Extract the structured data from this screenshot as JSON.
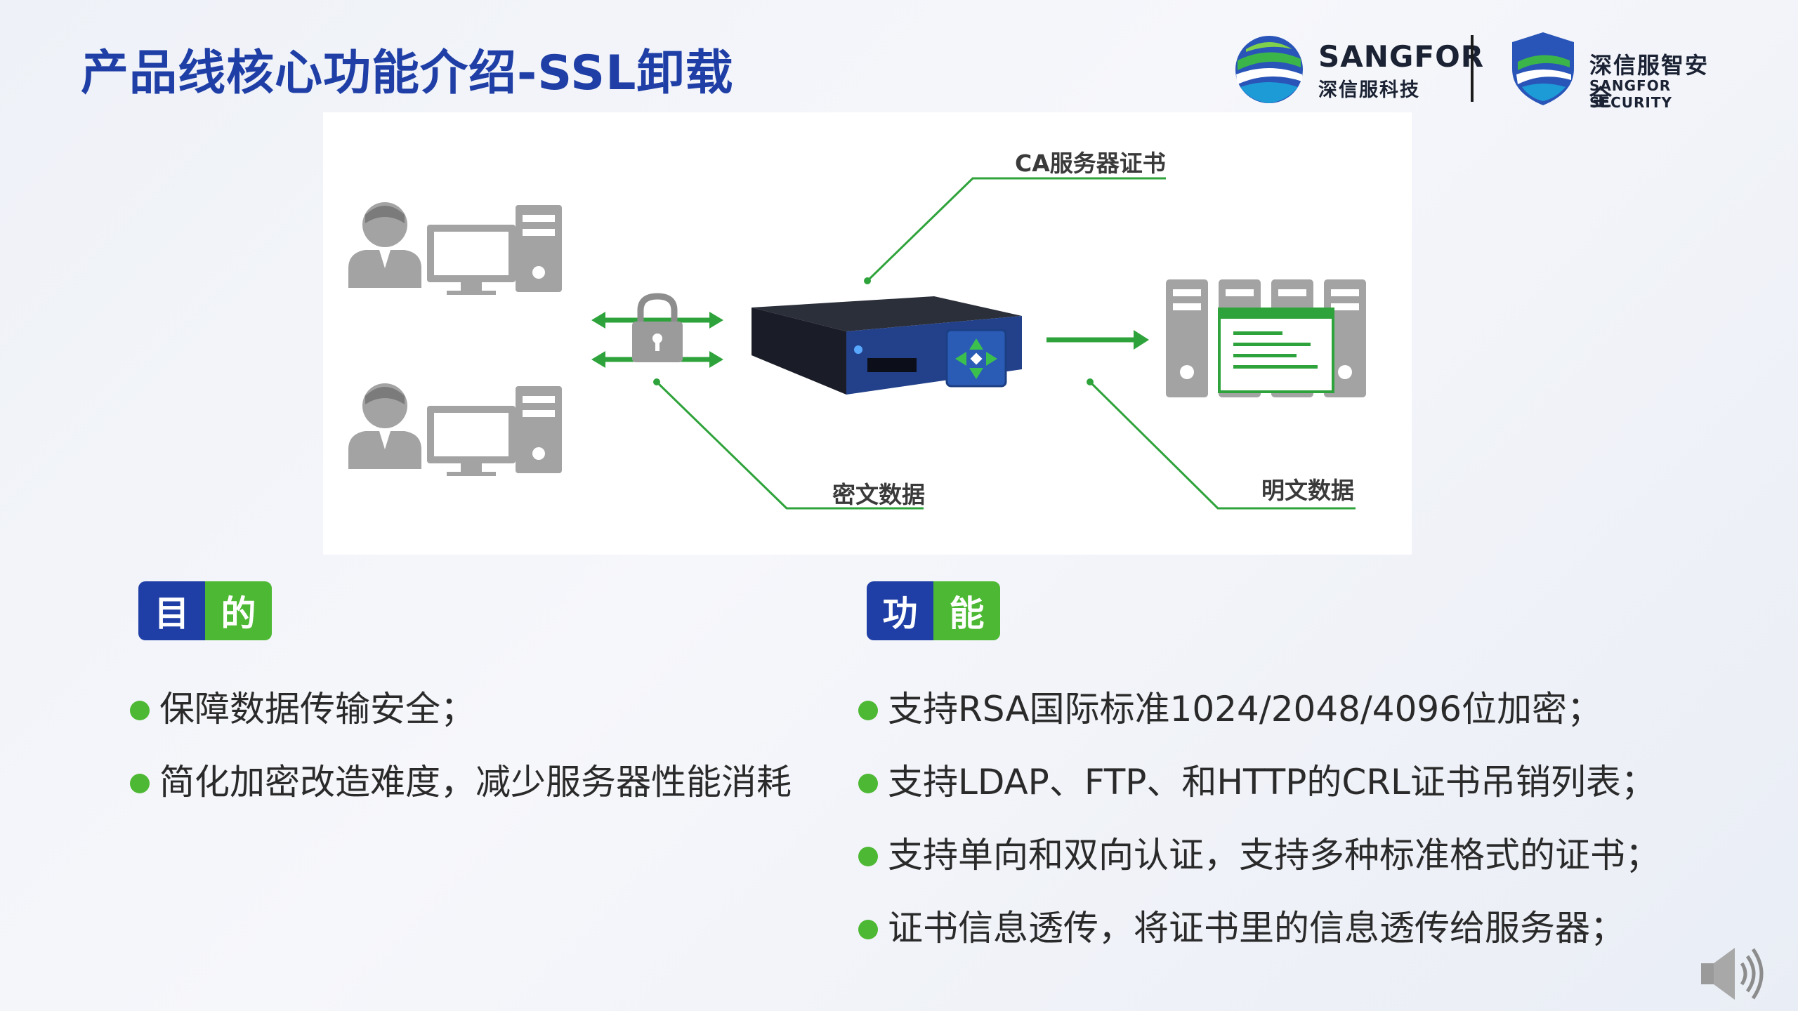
{
  "slide": {
    "title": "产品线核心功能介绍-SSL卸载"
  },
  "logos": {
    "sangfor_name": "SANGFOR",
    "sangfor_sub": "深信服科技",
    "security_name": "深信服智安全",
    "security_sub": "SANGFOR SECURITY"
  },
  "diagram": {
    "label_ca": "CA服务器证书",
    "label_ciphertext": "密文数据",
    "label_plaintext": "明文数据",
    "colors": {
      "green": "#2fa33b",
      "gray": "#a3a3a3",
      "device_blue": "#23418a"
    }
  },
  "purpose": {
    "badge_left": "目",
    "badge_right": "的",
    "items": [
      "保障数据传输安全；",
      "简化加密改造难度，减少服务器性能消耗"
    ]
  },
  "function": {
    "badge_left": "功",
    "badge_right": "能",
    "items": [
      "支持RSA国际标准1024/2048/4096位加密；",
      "支持LDAP、FTP、和HTTP的CRL证书吊销列表；",
      "支持单向和双向认证，支持多种标准格式的证书；",
      "证书信息透传，将证书里的信息透传给服务器；"
    ]
  },
  "icons": {
    "speaker": "speaker-icon",
    "lock": "lock-icon",
    "user": "user-icon",
    "monitor": "monitor-icon",
    "tower": "pc-tower-icon",
    "server": "server-icon",
    "appliance": "ssl-appliance-icon"
  }
}
